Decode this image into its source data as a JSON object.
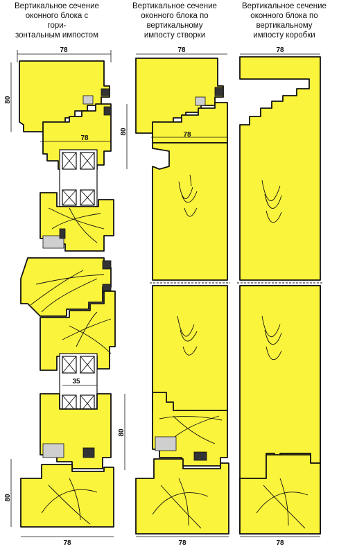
{
  "captions": {
    "col1": [
      "Вертикальное сечение",
      "оконного блока с",
      "гори-",
      "зонтальным импостом"
    ],
    "col2": [
      "Вертикальное сечение",
      "оконного блока по",
      "вертикальному",
      "импосту створки"
    ],
    "col3": [
      "Вертикальное сечение",
      "оконного блока по",
      "вертикальному",
      "импосту коробки"
    ]
  },
  "dims": {
    "c1_top_width": "78",
    "c1_top_height": "80",
    "c1_sash_width": "78",
    "c1_sash_height": "80",
    "c1_glass": "35",
    "c1_lower_height": "80",
    "c1_bottom_height": "80",
    "c1_bottom_width": "78",
    "c2_top_width": "78",
    "c2_sash_width": "78",
    "c2_bottom_width": "78",
    "c3_top_width": "78",
    "c3_bottom_width": "78"
  },
  "colors": {
    "wood": "#fbf43c",
    "outline": "#111111",
    "glass": "#ffffff"
  }
}
